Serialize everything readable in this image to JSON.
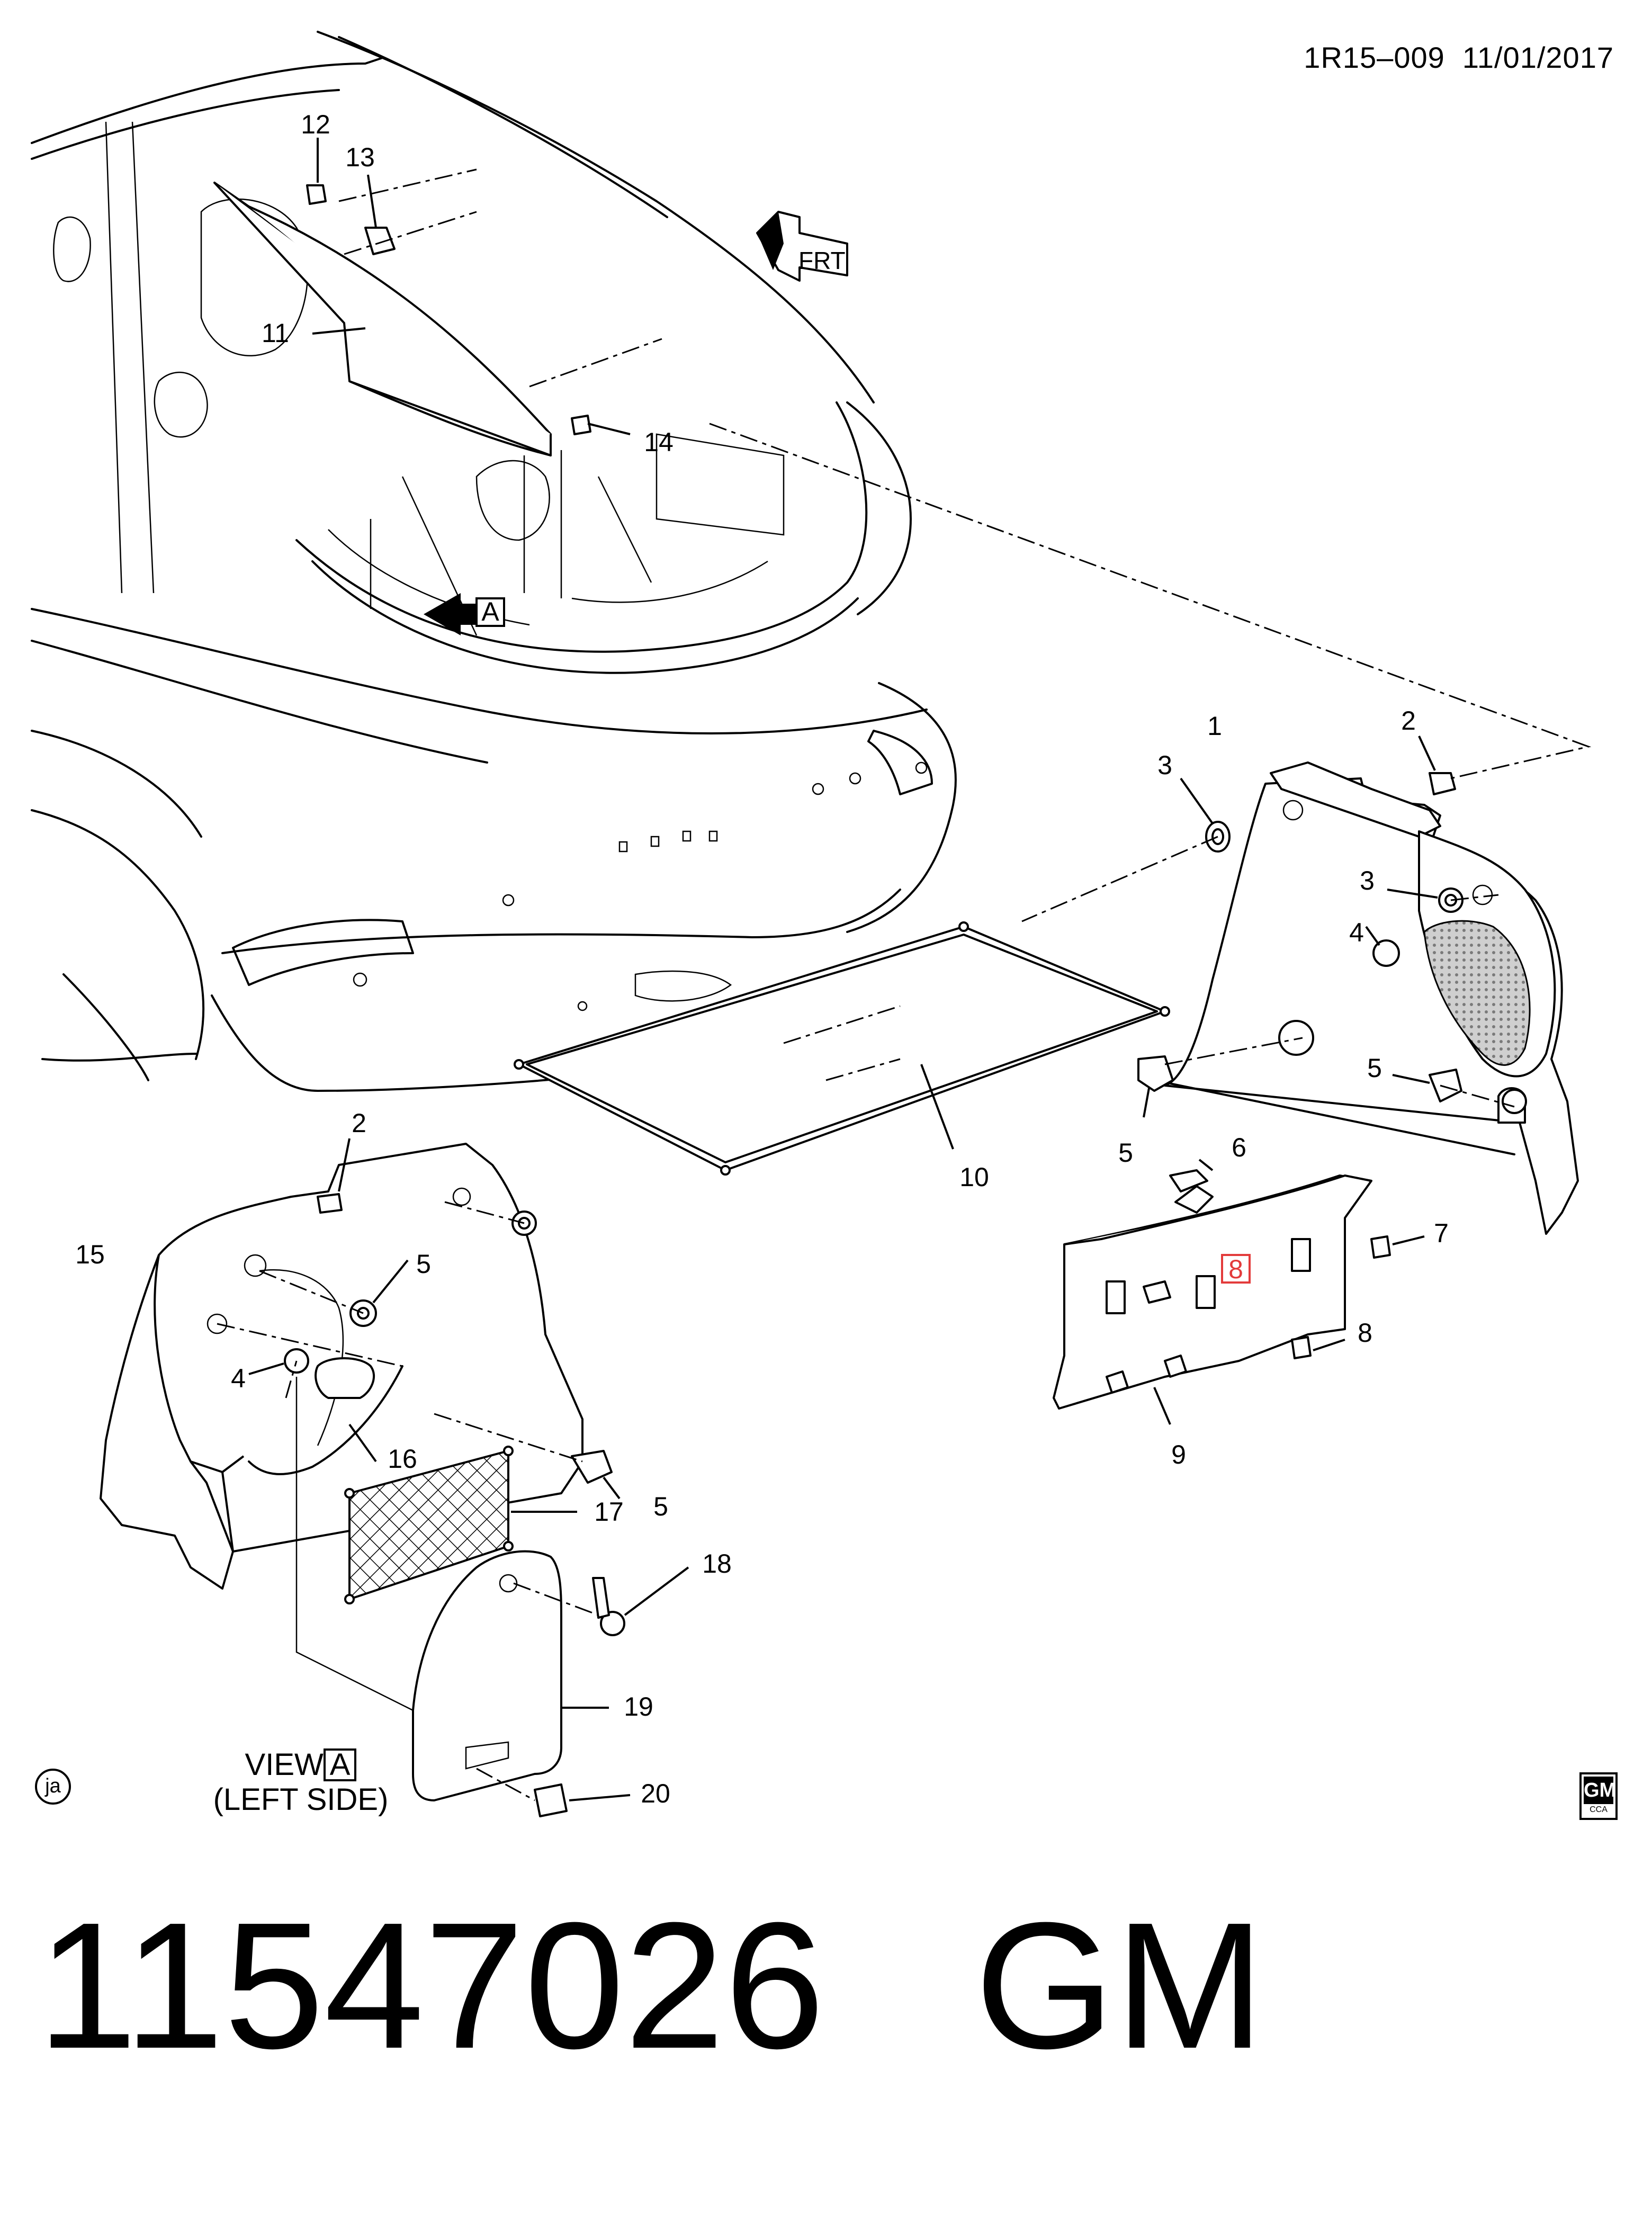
{
  "header": {
    "code": "1R15–009",
    "date": "11/01/2017"
  },
  "footer": {
    "part_number": "11547026",
    "brand": "GM"
  },
  "view_note": {
    "prefix": "VIEW",
    "view_letter": "A",
    "subtitle": "(LEFT SIDE)"
  },
  "view_arrow_label": "A",
  "front_arrow_label": "FRT",
  "artist_mark": "ja",
  "logo": {
    "name": "GM",
    "subtitle": "CCA"
  },
  "callouts": [
    {
      "id": "c1",
      "label": "1"
    },
    {
      "id": "c2a",
      "label": "2"
    },
    {
      "id": "c2b",
      "label": "2"
    },
    {
      "id": "c3a",
      "label": "3"
    },
    {
      "id": "c3b",
      "label": "3"
    },
    {
      "id": "c4a",
      "label": "4"
    },
    {
      "id": "c4b",
      "label": "4"
    },
    {
      "id": "c5a",
      "label": "5"
    },
    {
      "id": "c5b",
      "label": "5"
    },
    {
      "id": "c5c",
      "label": "5"
    },
    {
      "id": "c5d",
      "label": "5"
    },
    {
      "id": "c6",
      "label": "6"
    },
    {
      "id": "c7",
      "label": "7"
    },
    {
      "id": "c8a",
      "label": "8"
    },
    {
      "id": "c8b",
      "label": "8"
    },
    {
      "id": "c9",
      "label": "9"
    },
    {
      "id": "c10",
      "label": "10"
    },
    {
      "id": "c11",
      "label": "11"
    },
    {
      "id": "c12",
      "label": "12"
    },
    {
      "id": "c13",
      "label": "13"
    },
    {
      "id": "c14",
      "label": "14"
    },
    {
      "id": "c15",
      "label": "15"
    },
    {
      "id": "c16",
      "label": "16"
    },
    {
      "id": "c17",
      "label": "17"
    },
    {
      "id": "c18",
      "label": "18"
    },
    {
      "id": "c19",
      "label": "19"
    },
    {
      "id": "c20",
      "label": "20"
    }
  ],
  "highlight_color": "#e33b3b"
}
